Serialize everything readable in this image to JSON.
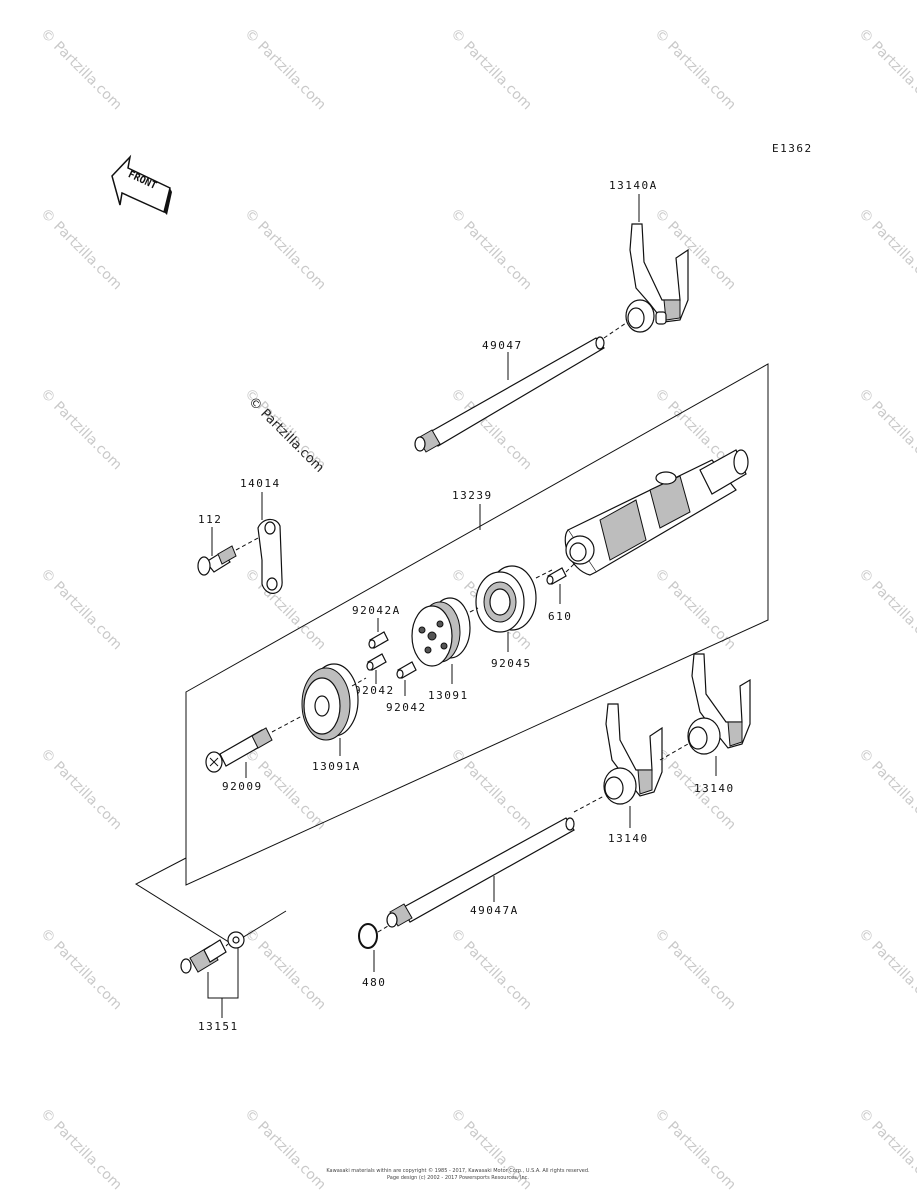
{
  "diagram_code": "E1362",
  "front_label": "FRONT",
  "center_watermark": "© Partzilla.com",
  "watermark_text": "© Partzilla.com",
  "footer_line1": "Kawasaki materials within are copyright © 1985 - 2017, Kawasaki Motor Corp., U.S.A. All rights reserved.",
  "footer_line2": "Page design (c) 2002 - 2017 Powersports Resources, Inc.",
  "parts": {
    "p13140A": "13140A",
    "p49047": "49047",
    "p14014": "14014",
    "p112": "112",
    "p13239": "13239",
    "p92042A": "92042A",
    "p610": "610",
    "p92045": "92045",
    "p92042_1": "92042",
    "p13091": "13091",
    "p92042_2": "92042",
    "p13091A": "13091A",
    "p92009": "92009",
    "p13140_1": "13140",
    "p13140_2": "13140",
    "p49047A": "49047A",
    "p480": "480",
    "p13151": "13151"
  }
}
